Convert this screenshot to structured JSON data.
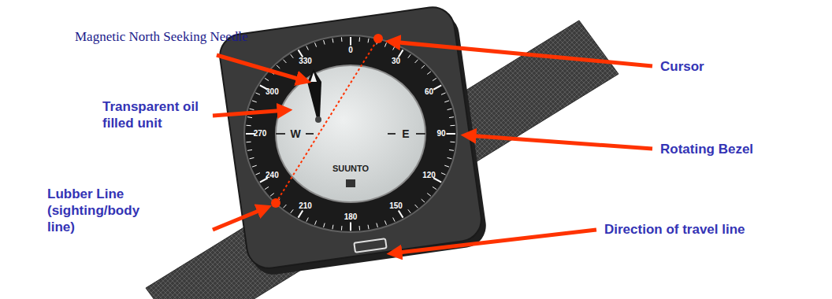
{
  "diagram": {
    "labels": [
      "Magnetic North Seeking Needle",
      "Transparent oil filled unit",
      "Lubber Line (sighting/body line)",
      "Cursor",
      "Rotating Bezel",
      "Direction of travel line",
      "W",
      "E",
      "SUUNTO",
      "0",
      "30",
      "60",
      "90",
      "120",
      "150",
      "180",
      "210",
      "240",
      "270",
      "300",
      "330"
    ]
  }
}
